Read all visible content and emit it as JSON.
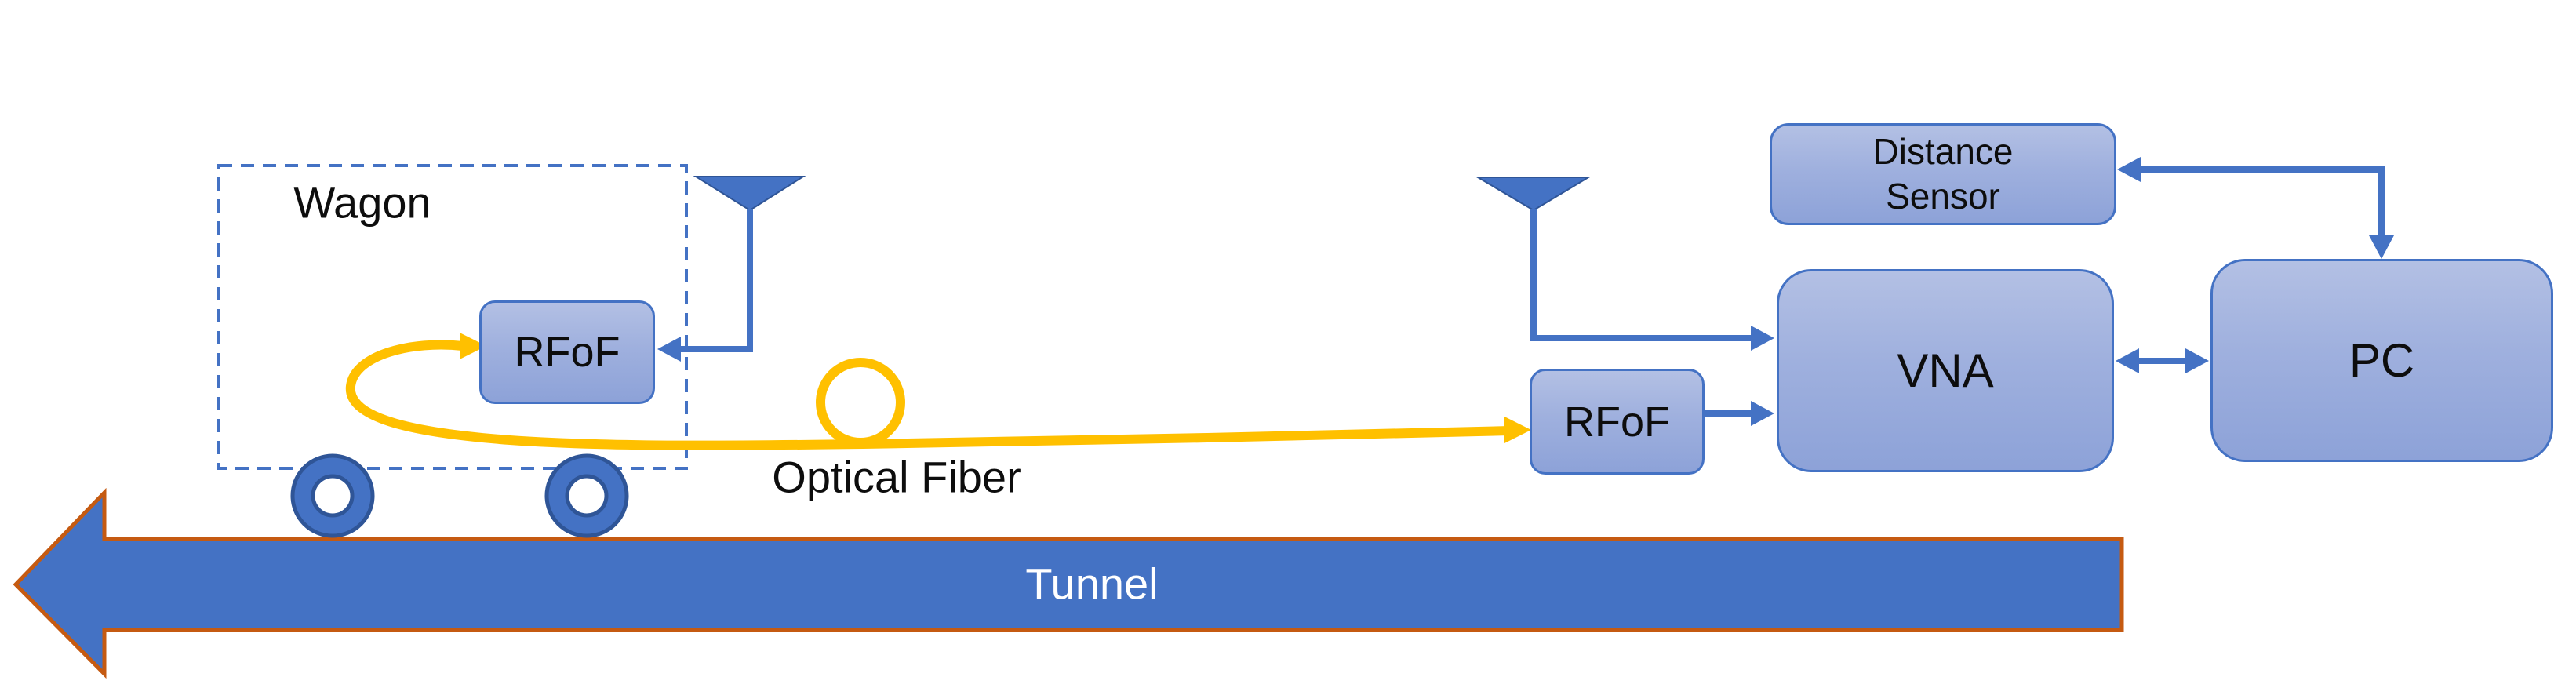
{
  "diagram": {
    "labels": {
      "wagon": "Wagon",
      "optical_fiber": "Optical Fiber",
      "tunnel": "Tunnel"
    },
    "nodes": {
      "rfof_wagon": {
        "label": "RFoF"
      },
      "rfof_station": {
        "label": "RFoF"
      },
      "vna": {
        "label": "VNA"
      },
      "distance_sensor": {
        "lines": [
          "Distance",
          "Sensor"
        ]
      },
      "pc": {
        "label": "PC"
      }
    },
    "connections": [
      {
        "from": "wagon-antenna",
        "to": "rfof-wagon",
        "style": "arrow"
      },
      {
        "from": "rfof-wagon",
        "to": "rfof-station",
        "style": "optical-fiber-with-loop"
      },
      {
        "from": "station-antenna",
        "to": "vna",
        "style": "arrow"
      },
      {
        "from": "rfof-station",
        "to": "vna",
        "style": "arrow"
      },
      {
        "from": "vna",
        "to": "pc",
        "style": "double-arrow"
      },
      {
        "from": "pc",
        "to": "distance-sensor",
        "style": "double-arrow-elbow"
      }
    ],
    "colors": {
      "accent_blue": "#4472C4",
      "node_border": "#4472C4",
      "node_fill_top": "#B3C0E4",
      "node_fill_bottom": "#8DA2D8",
      "fiber_yellow": "#FFC000",
      "tunnel_fill": "#4472C4",
      "tunnel_border": "#C55A11",
      "wheel_border": "#2F5597",
      "label_text": "#000000",
      "tunnel_text": "#FFFFFF"
    }
  }
}
